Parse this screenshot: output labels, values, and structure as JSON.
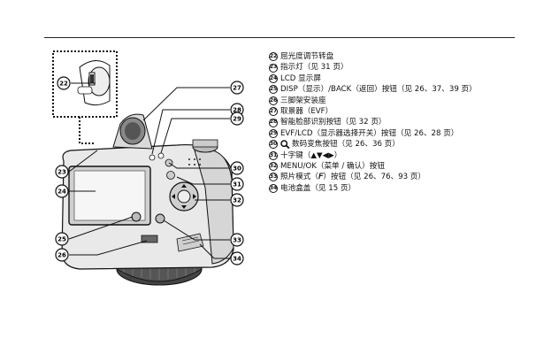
{
  "legend": [
    {
      "num": "22",
      "text": "屈光度调节转盘"
    },
    {
      "num": "23",
      "text": "指示灯（见 31 页）"
    },
    {
      "num": "24",
      "text": "LCD 显示屏"
    },
    {
      "num": "25",
      "text": "DISP（显示）/BACK（返回）按钮（见 26、37、39 页）"
    },
    {
      "num": "26",
      "text": "三脚架安装座"
    },
    {
      "num": "27",
      "text": "取景器（EVF）"
    },
    {
      "num": "28",
      "text": "智能脸部识别按钮（见 32 页）"
    },
    {
      "num": "29",
      "text": "EVF/LCD（显示器选择开关）按钮（见 26、28 页）"
    },
    {
      "num": "30",
      "text": "数码变焦按钮（见 26、36 页）",
      "icon": "magnifier-icon"
    },
    {
      "num": "31",
      "text": "十字键（▲▼◀▶）"
    },
    {
      "num": "32",
      "text": "MENU/OK（菜单 / 确认）按钮"
    },
    {
      "num": "33",
      "text": "照片模式（𝑭）按钮（见 26、76、93 页）"
    },
    {
      "num": "34",
      "text": "电池盒盖（见 15 页）"
    }
  ],
  "callouts": {
    "c22": "22",
    "c23": "23",
    "c24": "24",
    "c25": "25",
    "c26": "26",
    "c27": "27",
    "c28": "28",
    "c29": "29",
    "c30": "30",
    "c31": "31",
    "c32": "32",
    "c33": "33",
    "c34": "34"
  }
}
